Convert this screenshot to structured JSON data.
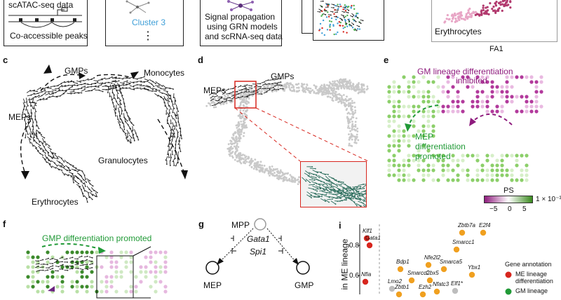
{
  "top_row": {
    "atac_label": "scATAC-seq data",
    "peaks_label": "Co-accessible peaks",
    "cluster_label": "Cluster 3",
    "ellipsis": "⋮",
    "signal_text": [
      "Signal propagation",
      "using GRN models",
      "and scRNA-seq data"
    ],
    "erythro_label": "Erythrocytes",
    "axis_label": "FA1"
  },
  "panel_c": {
    "letter": "c",
    "labels": {
      "gmps": "GMPs",
      "monocytes": "Monocytes",
      "meps": "MEPs",
      "granulocytes": "Granulocytes",
      "erythrocytes": "Erythrocytes"
    }
  },
  "panel_d": {
    "letter": "d",
    "labels": {
      "meps": "MEPs",
      "gmps": "GMPs"
    }
  },
  "panel_e": {
    "letter": "e",
    "gm_text": [
      "GM lineage differentiation",
      "inhibited"
    ],
    "mep_text": [
      "MEP",
      "differentiation",
      "promoted"
    ],
    "colorbar": {
      "title": "PS",
      "ticks": [
        "−5",
        "0",
        "5"
      ],
      "scale": "1 × 10⁻³",
      "colors": [
        "#8e1b7d",
        "#ffffff",
        "#3a8a1e"
      ]
    }
  },
  "panel_f": {
    "letter": "f",
    "text": "GMP differentiation promoted"
  },
  "panel_g": {
    "letter": "g",
    "mpp": "MPP",
    "gata1": "Gata1",
    "spi1": "Spi1",
    "mep": "MEP",
    "gmp": "GMP"
  },
  "panel_i": {
    "letter": "i",
    "ylabel": "in ME lineage",
    "yticks": [
      "0.8",
      "0.6"
    ],
    "genes": [
      {
        "name": "Klf1",
        "color": "#d7261e",
        "type": "me"
      },
      {
        "name": "Gata1",
        "color": "#d7261e",
        "type": "me"
      },
      {
        "name": "Nfia",
        "color": "#d7261e",
        "type": "me"
      },
      {
        "name": "Zbtb7a",
        "color": "#f0a020",
        "type": "other"
      },
      {
        "name": "E2f4",
        "color": "#f0a020",
        "type": "other"
      },
      {
        "name": "Smarcc1",
        "color": "#f0a020",
        "type": "other"
      },
      {
        "name": "Nfe2l2",
        "color": "#f0a020",
        "type": "other"
      },
      {
        "name": "Bdp1",
        "color": "#f0a020",
        "type": "other"
      },
      {
        "name": "Smarca5",
        "color": "#f0a020",
        "type": "other"
      },
      {
        "name": "Smarcc2",
        "color": "#f0a020",
        "type": "other"
      },
      {
        "name": "Cbx5",
        "color": "#f0a020",
        "type": "other"
      },
      {
        "name": "Ybx1",
        "color": "#f0a020",
        "type": "other"
      },
      {
        "name": "Lmo2",
        "color": "#bdbdbd",
        "type": "other"
      },
      {
        "name": "Nfatc3",
        "color": "#f0a020",
        "type": "other"
      },
      {
        "name": "Elf1*",
        "color": "#bdbdbd",
        "type": "other"
      },
      {
        "name": "Zbtb1",
        "color": "#f0a020",
        "type": "other"
      },
      {
        "name": "Ezh2",
        "color": "#f0a020",
        "type": "other"
      }
    ],
    "legend": {
      "title": "Gene annotation",
      "me": [
        "ME lineage",
        "differentiation"
      ],
      "gm": "GM lineage"
    }
  }
}
